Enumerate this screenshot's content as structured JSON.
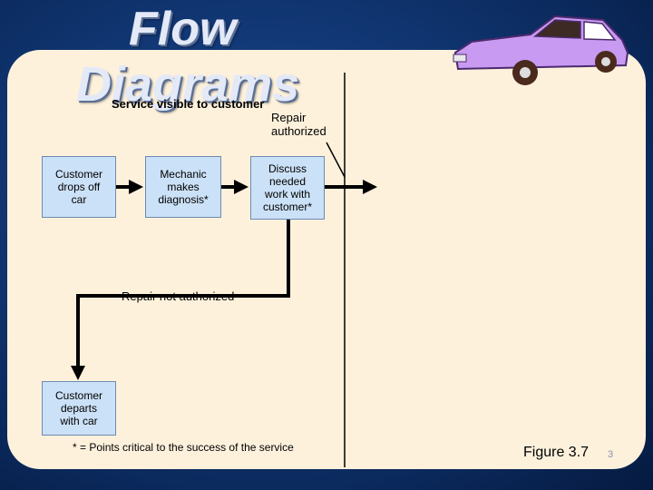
{
  "title": {
    "line1": "Flow",
    "line2": "Diagrams"
  },
  "line_of_visibility_label": "Service visible to customer",
  "nodes": {
    "drop_off": "Customer\ndrops off\ncar",
    "diagnosis": "Mechanic\nmakes\ndiagnosis*",
    "discuss": "Discuss\nneeded\nwork with\ncustomer*",
    "departs": "Customer\ndeparts\nwith car"
  },
  "edges": {
    "repair_authorized": "Repair\nauthorized",
    "repair_not_authorized": "Repair not authorized"
  },
  "footnote": "* = Points critical to the success of the service",
  "figure_label": "Figure 3.7",
  "page_number": "3"
}
